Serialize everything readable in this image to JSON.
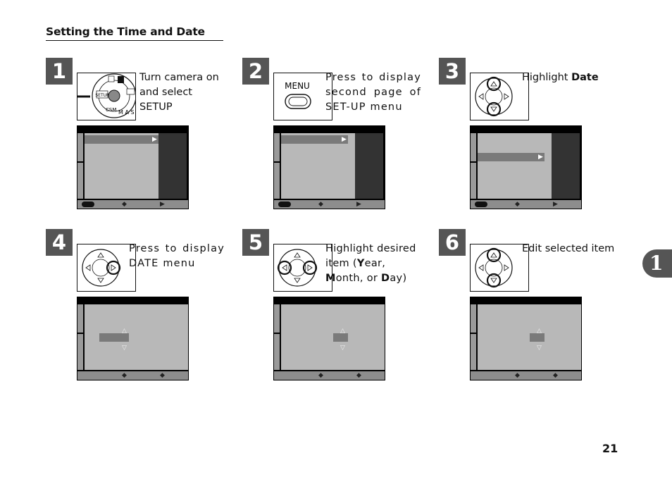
{
  "page": {
    "title": "Setting the Time and Date",
    "page_number": "21",
    "chapter_tab": "1"
  },
  "steps": [
    {
      "number": "1",
      "text": "Turn camera on and select SETUP",
      "icon": "mode-dial-icon",
      "dial_label": "SETUP",
      "screen": "setup-menu-first"
    },
    {
      "number": "2",
      "text": "Press to display second page of SET-UP menu",
      "icon": "menu-button-icon",
      "button_label": "MENU",
      "screen": "setup-menu-second"
    },
    {
      "number": "3",
      "text_prefix": "Highlight ",
      "text_bold": "Date",
      "icon": "multi-selector-up-down-icon",
      "screen": "setup-menu-date-highlight"
    },
    {
      "number": "4",
      "text": "Press to display DATE menu",
      "icon": "multi-selector-right-icon",
      "screen": "date-menu"
    },
    {
      "number": "5",
      "text_parts": [
        "Highlight desired item (",
        "Y",
        "ear, ",
        "M",
        "onth, or ",
        "D",
        "ay)"
      ],
      "icon": "multi-selector-left-right-icon",
      "screen": "date-menu-item"
    },
    {
      "number": "6",
      "text": "Edit selected item",
      "icon": "multi-selector-up-down-icon",
      "screen": "date-menu-edit"
    }
  ],
  "colors": {
    "badge": "#555555",
    "screen_area": "#b8b8b8",
    "screen_dark": "#333333"
  }
}
